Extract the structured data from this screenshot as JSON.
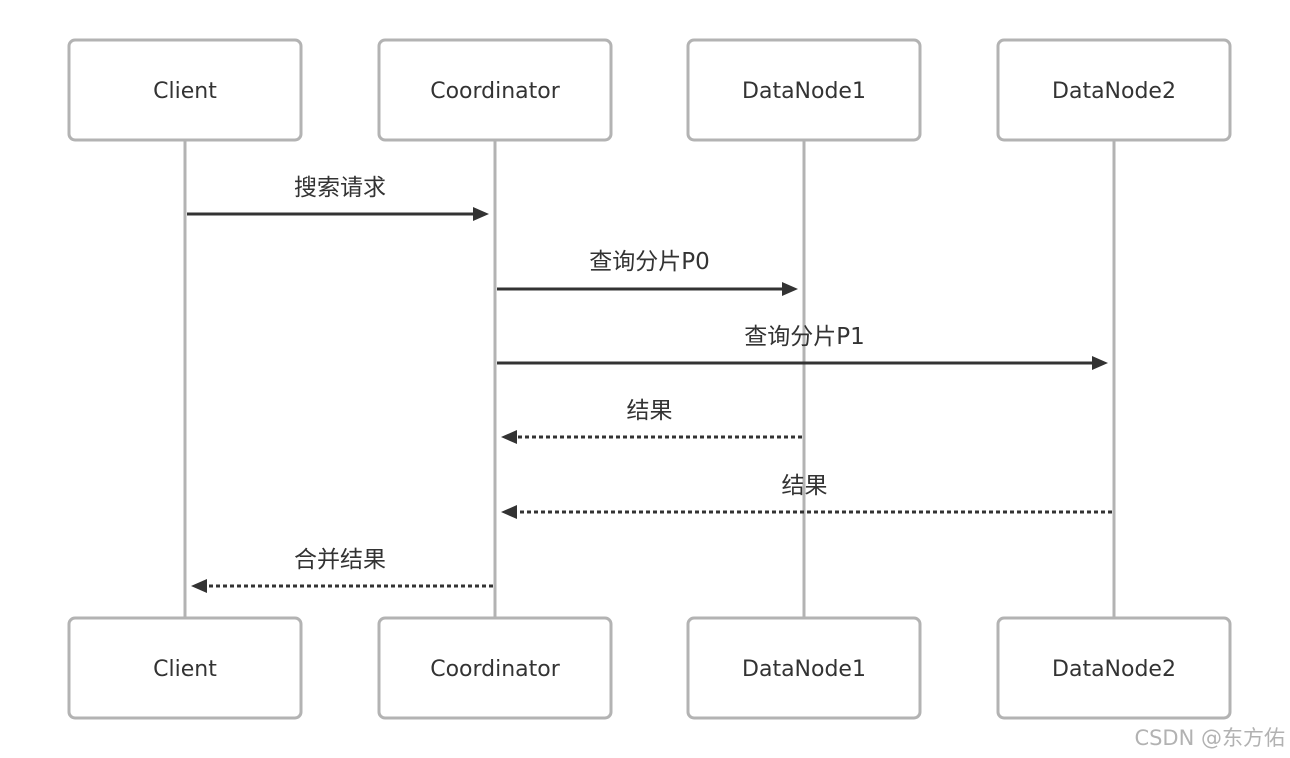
{
  "participants": [
    {
      "id": "client",
      "label": "Client"
    },
    {
      "id": "coordinator",
      "label": "Coordinator"
    },
    {
      "id": "datanode1",
      "label": "DataNode1"
    },
    {
      "id": "datanode2",
      "label": "DataNode2"
    }
  ],
  "messages": [
    {
      "from": "client",
      "to": "coordinator",
      "label": "搜索请求",
      "style": "solid"
    },
    {
      "from": "coordinator",
      "to": "datanode1",
      "label": "查询分片P0",
      "style": "solid"
    },
    {
      "from": "coordinator",
      "to": "datanode2",
      "label": "查询分片P1",
      "style": "solid"
    },
    {
      "from": "datanode1",
      "to": "coordinator",
      "label": "结果",
      "style": "dashed"
    },
    {
      "from": "datanode2",
      "to": "coordinator",
      "label": "结果",
      "style": "dashed"
    },
    {
      "from": "coordinator",
      "to": "client",
      "label": "合并结果",
      "style": "dashed"
    }
  ],
  "watermark": "CSDN @东方佑"
}
